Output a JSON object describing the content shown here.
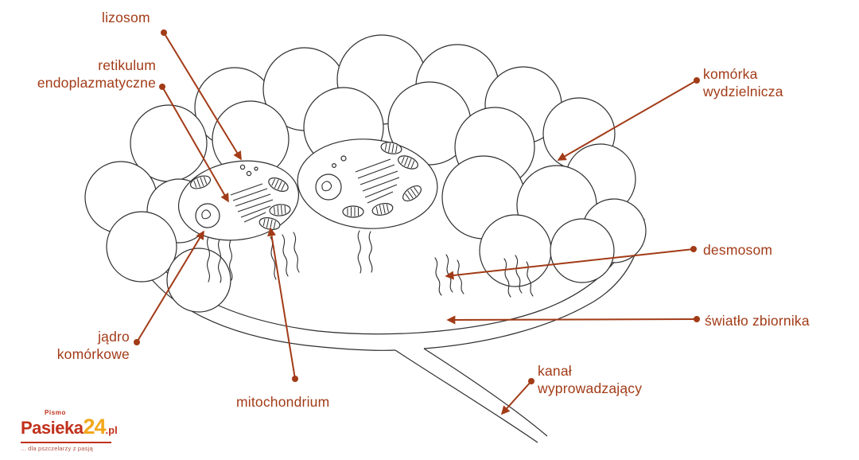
{
  "colors": {
    "accent": "#a23b17",
    "ink": "#2e2e2e",
    "background": "#ffffff",
    "logo_red": "#c0311c",
    "logo_yellow": "#f2a71b"
  },
  "labels": {
    "lizosom": "lizosom",
    "retikulum_endoplazmatyczne": "retikulum\nendoplazmatyczne",
    "komorka_wydzielnicza": "komórka\nwydzielnicza",
    "desmosom": "desmosom",
    "swiatlo_zbiornika": "światło zbiornika",
    "jadro_komorkowe": "jądro\nkomórkowe",
    "mitochondrium": "mitochondrium",
    "kanal_wyprowadzajacy": "kanał\nwyprowadzający"
  },
  "logo": {
    "pismo": "Pismo",
    "brand": "Pasieka",
    "number": "24",
    "tld": ".pl",
    "tagline": "... dla pszczelarzy z pasją"
  }
}
